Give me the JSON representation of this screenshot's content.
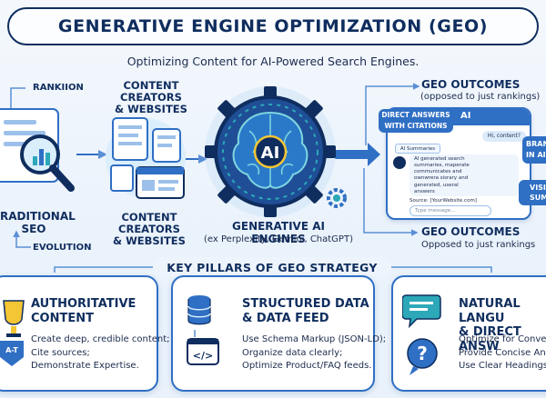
{
  "header": {
    "title": "GENERATIVE ENGINE OPTIMIZATION (GEO)",
    "subtitle": "Optimizing Content for AI-Powered Search Engines."
  },
  "flow": {
    "ranking_label": "RANKIION",
    "traditional_seo": [
      "RADITIONAL",
      "SEO"
    ],
    "evolution_label": "EVOLUTION",
    "creators_top": [
      "CONTENT CREATORS",
      "& WEBSITES"
    ],
    "creators_bottom": [
      "CONTENT CREATORS",
      "& WEBSITES"
    ],
    "ai_badge": "AI",
    "engines_title": "GENERATIVE AI ENGINES",
    "engines_sub": "(ex Perplexity, Gemini, ChatGPT)",
    "outcomes_top_title": "GEO OUTCOMES",
    "outcomes_top_sub": "(opposed to just rankings)",
    "outcomes_bottom_title": "GEO OUTCOMES",
    "outcomes_bottom_sub": "Opposed to just rankings"
  },
  "chat_panel": {
    "direct_answers": [
      "DIRECT ANSWERS",
      "WITH CITATIONS"
    ],
    "ai_tab": "AI",
    "user_bubble": "Hi, content?",
    "ai_summaries": "AI Summaries",
    "answer_lines": [
      "AI generated search",
      "summaries, maperate",
      "communicates and",
      "ownwrera sisrary and",
      "generated, useral",
      "answers"
    ],
    "source": "Source: [YourWebsite.com]",
    "input_placeholder": "Type message...",
    "brand_badge": [
      "BRAN",
      "IN AI"
    ],
    "visi_badge": [
      "VISI",
      "SUM"
    ]
  },
  "pillars": {
    "heading": "KEY PILLARS OF GEO STRATEGY",
    "items": [
      {
        "title": [
          "AUTHORITATIVE",
          "CONTENT"
        ],
        "lines": [
          "Create deep, credible content;",
          "Cite sources;",
          "Demonstrate Expertise."
        ],
        "badge": "A-T"
      },
      {
        "title": [
          "STRUCTURED DATA",
          "& DATA FEED"
        ],
        "lines": [
          "Use Schema Markup (JSON-LD);",
          "Organize data clearly;",
          "Optimize Product/FAQ feeds."
        ],
        "code_icon": "</>"
      },
      {
        "title": [
          "NATURAL LANGU",
          "& DIRECT ANSW"
        ],
        "lines": [
          "Optimize for Conversat",
          "Provide Concise Answe",
          "Use Clear Headings (H"
        ]
      }
    ]
  },
  "colors": {
    "navy": "#0f2d5e",
    "accent_blue": "#2f6fc4",
    "teal": "#2ca8b8",
    "yellow": "#f4c534",
    "light_bg": "#eaf2fb"
  }
}
